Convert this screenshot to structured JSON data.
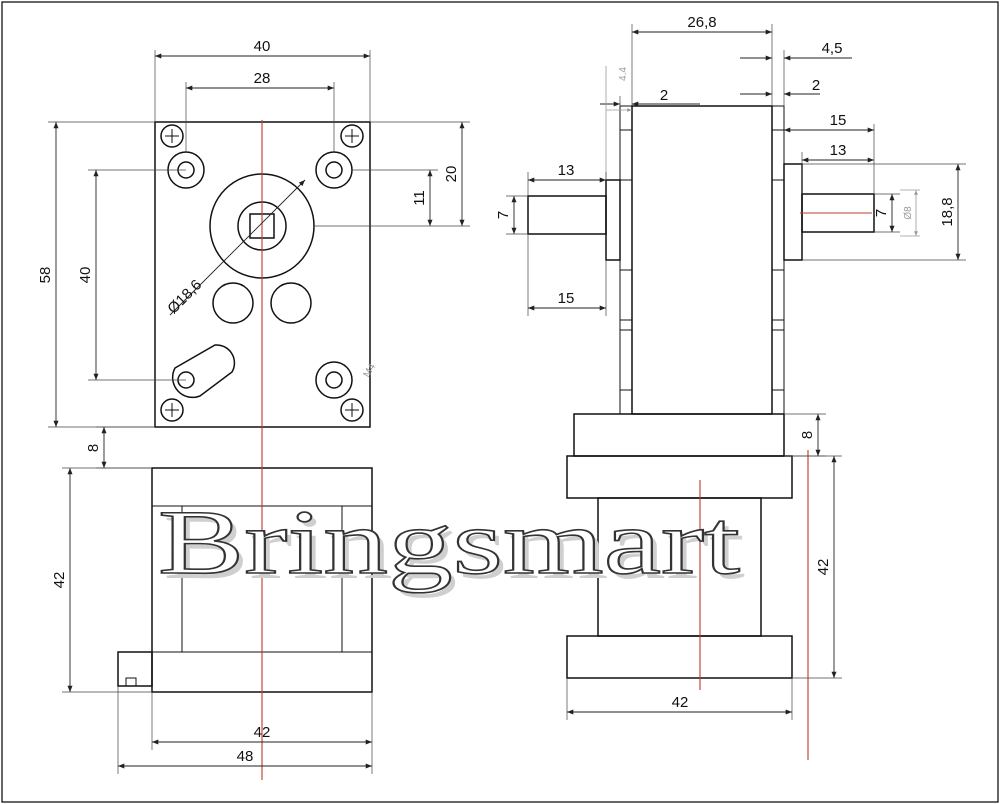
{
  "brand": {
    "watermark": "Bringsmart"
  },
  "front_view": {
    "dimensions": {
      "top_width": "40",
      "hole_spacing": "28",
      "overall_height": "58",
      "vertical_hole_spacing": "40",
      "hub_offset_20": "20",
      "hub_offset_11": "11",
      "hub_diameter": "Ø18,6",
      "flange_8": "8",
      "motor_height": "42",
      "motor_width": "42",
      "base_width": "48",
      "screw_note": "M4"
    }
  },
  "side_view": {
    "dimensions": {
      "body_depth": "26,8",
      "right_offset_45": "4,5",
      "right_offset_2": "2",
      "left_offset_44": "4.4",
      "left_offset_2": "2",
      "right_shaft_15": "15",
      "right_shaft_13": "13",
      "right_shaft_7": "7",
      "right_shaft_8": "Ø8",
      "right_height_188": "18,8",
      "left_shaft_13": "13",
      "left_shaft_7": "7",
      "left_shaft_15": "15",
      "flange_8": "8",
      "motor_height": "42",
      "motor_width": "42"
    }
  }
}
